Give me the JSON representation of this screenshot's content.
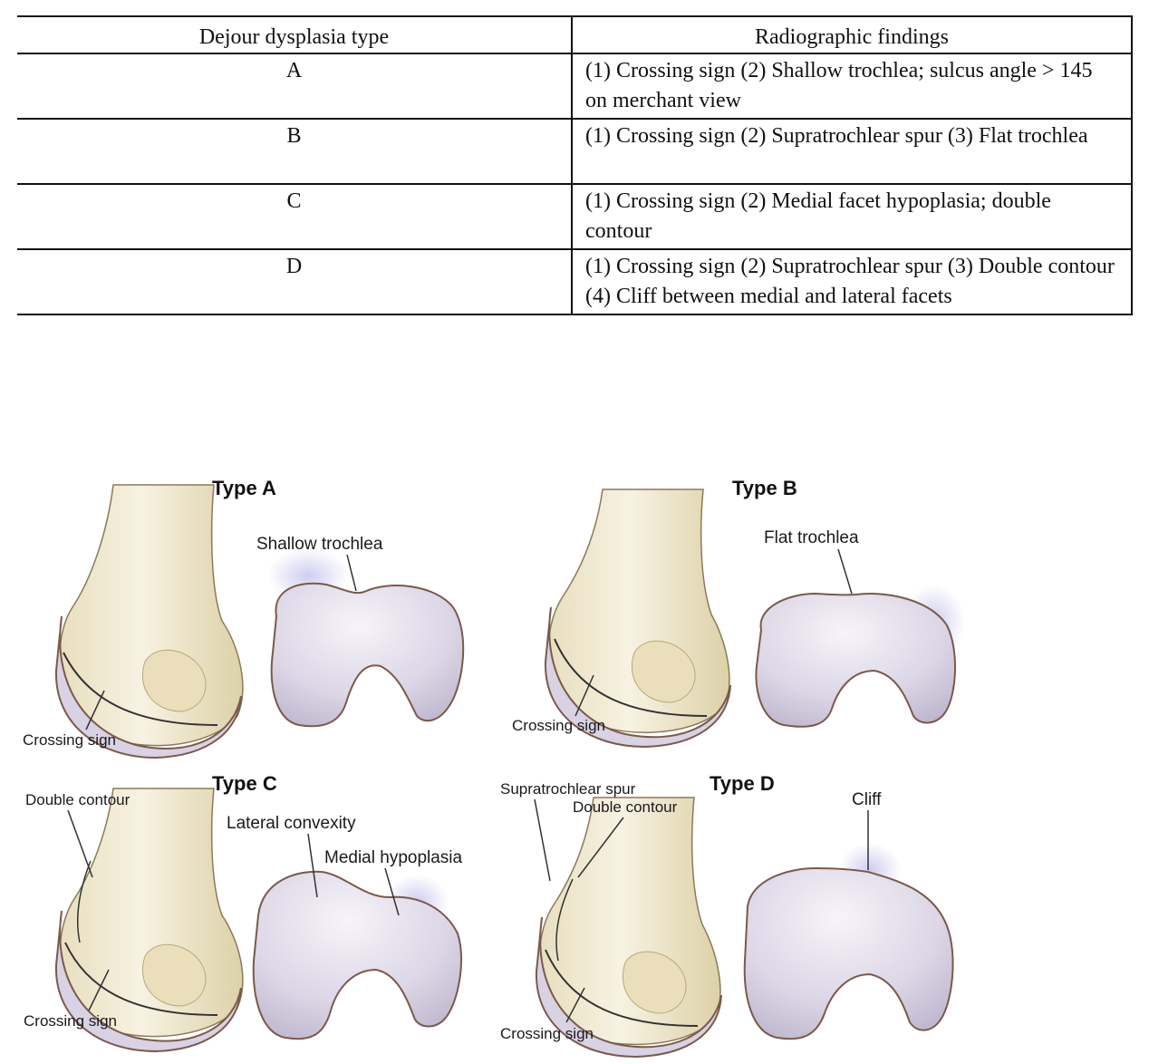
{
  "table": {
    "headers": [
      "Dejour dysplasia type",
      "Radiographic findings"
    ],
    "rows": [
      {
        "type": "A",
        "findings": "(1) Crossing sign (2) Shallow trochlea; sulcus angle > 145 on merchant view"
      },
      {
        "type": "B",
        "findings": "(1) Crossing sign (2) Supratrochlear spur (3) Flat trochlea"
      },
      {
        "type": "C",
        "findings": "(1) Crossing sign (2) Medial facet hypoplasia; double contour"
      },
      {
        "type": "D",
        "findings": "(1) Crossing sign (2) Supratrochlear spur (3) Double contour (4) Cliff between medial and lateral facets"
      }
    ]
  },
  "figure": {
    "panels": [
      {
        "title": "Type A",
        "labels": [
          "Shallow trochlea",
          "Crossing sign"
        ]
      },
      {
        "title": "Type B",
        "labels": [
          "Flat trochlea",
          "Crossing sign"
        ]
      },
      {
        "title": "Type C",
        "labels": [
          "Double contour",
          "Lateral convexity",
          "Medial hypoplasia",
          "Crossing sign"
        ]
      },
      {
        "title": "Type D",
        "labels": [
          "Supratrochlear spur",
          "Double contour",
          "Cliff",
          "Crossing sign"
        ]
      }
    ]
  },
  "colors": {
    "bone_light": "#f4eedb",
    "bone_shade": "#ddd1a8",
    "cartilage": "#dcd6e6",
    "cartilage_light": "#eeebf3",
    "outline": "#7a5a4a",
    "glow": "#c9c8ee"
  }
}
